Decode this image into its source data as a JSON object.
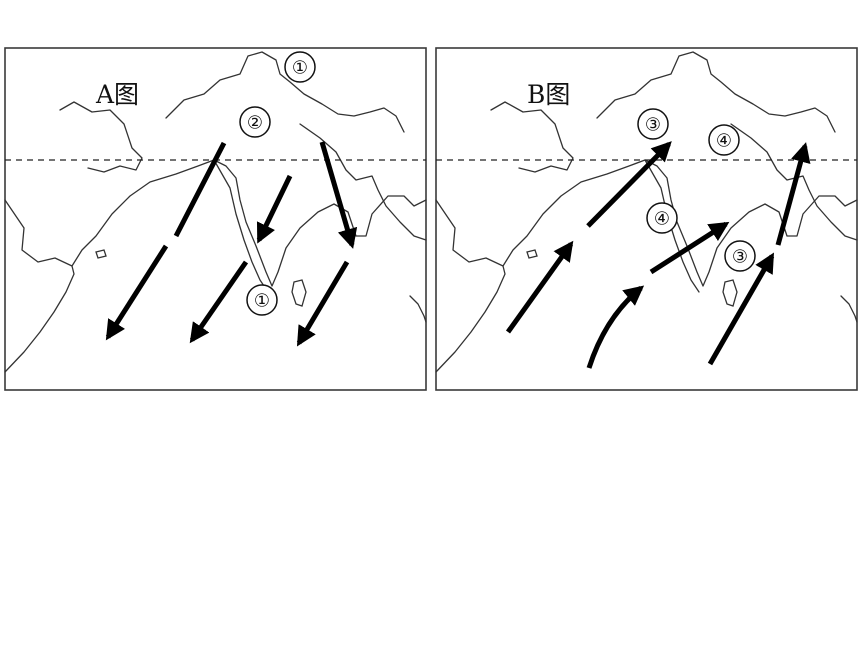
{
  "maps": [
    {
      "id": "A",
      "title": "A图",
      "wind_direction": "northeast-to-southwest",
      "labels": [
        "①",
        "②",
        "①"
      ]
    },
    {
      "id": "B",
      "title": "B图",
      "wind_direction": "southwest-to-northeast",
      "labels": [
        "③",
        "④",
        "④",
        "③"
      ]
    }
  ],
  "colors": {
    "line": "#333333",
    "arrow": "#000000",
    "background": "#ffffff"
  }
}
